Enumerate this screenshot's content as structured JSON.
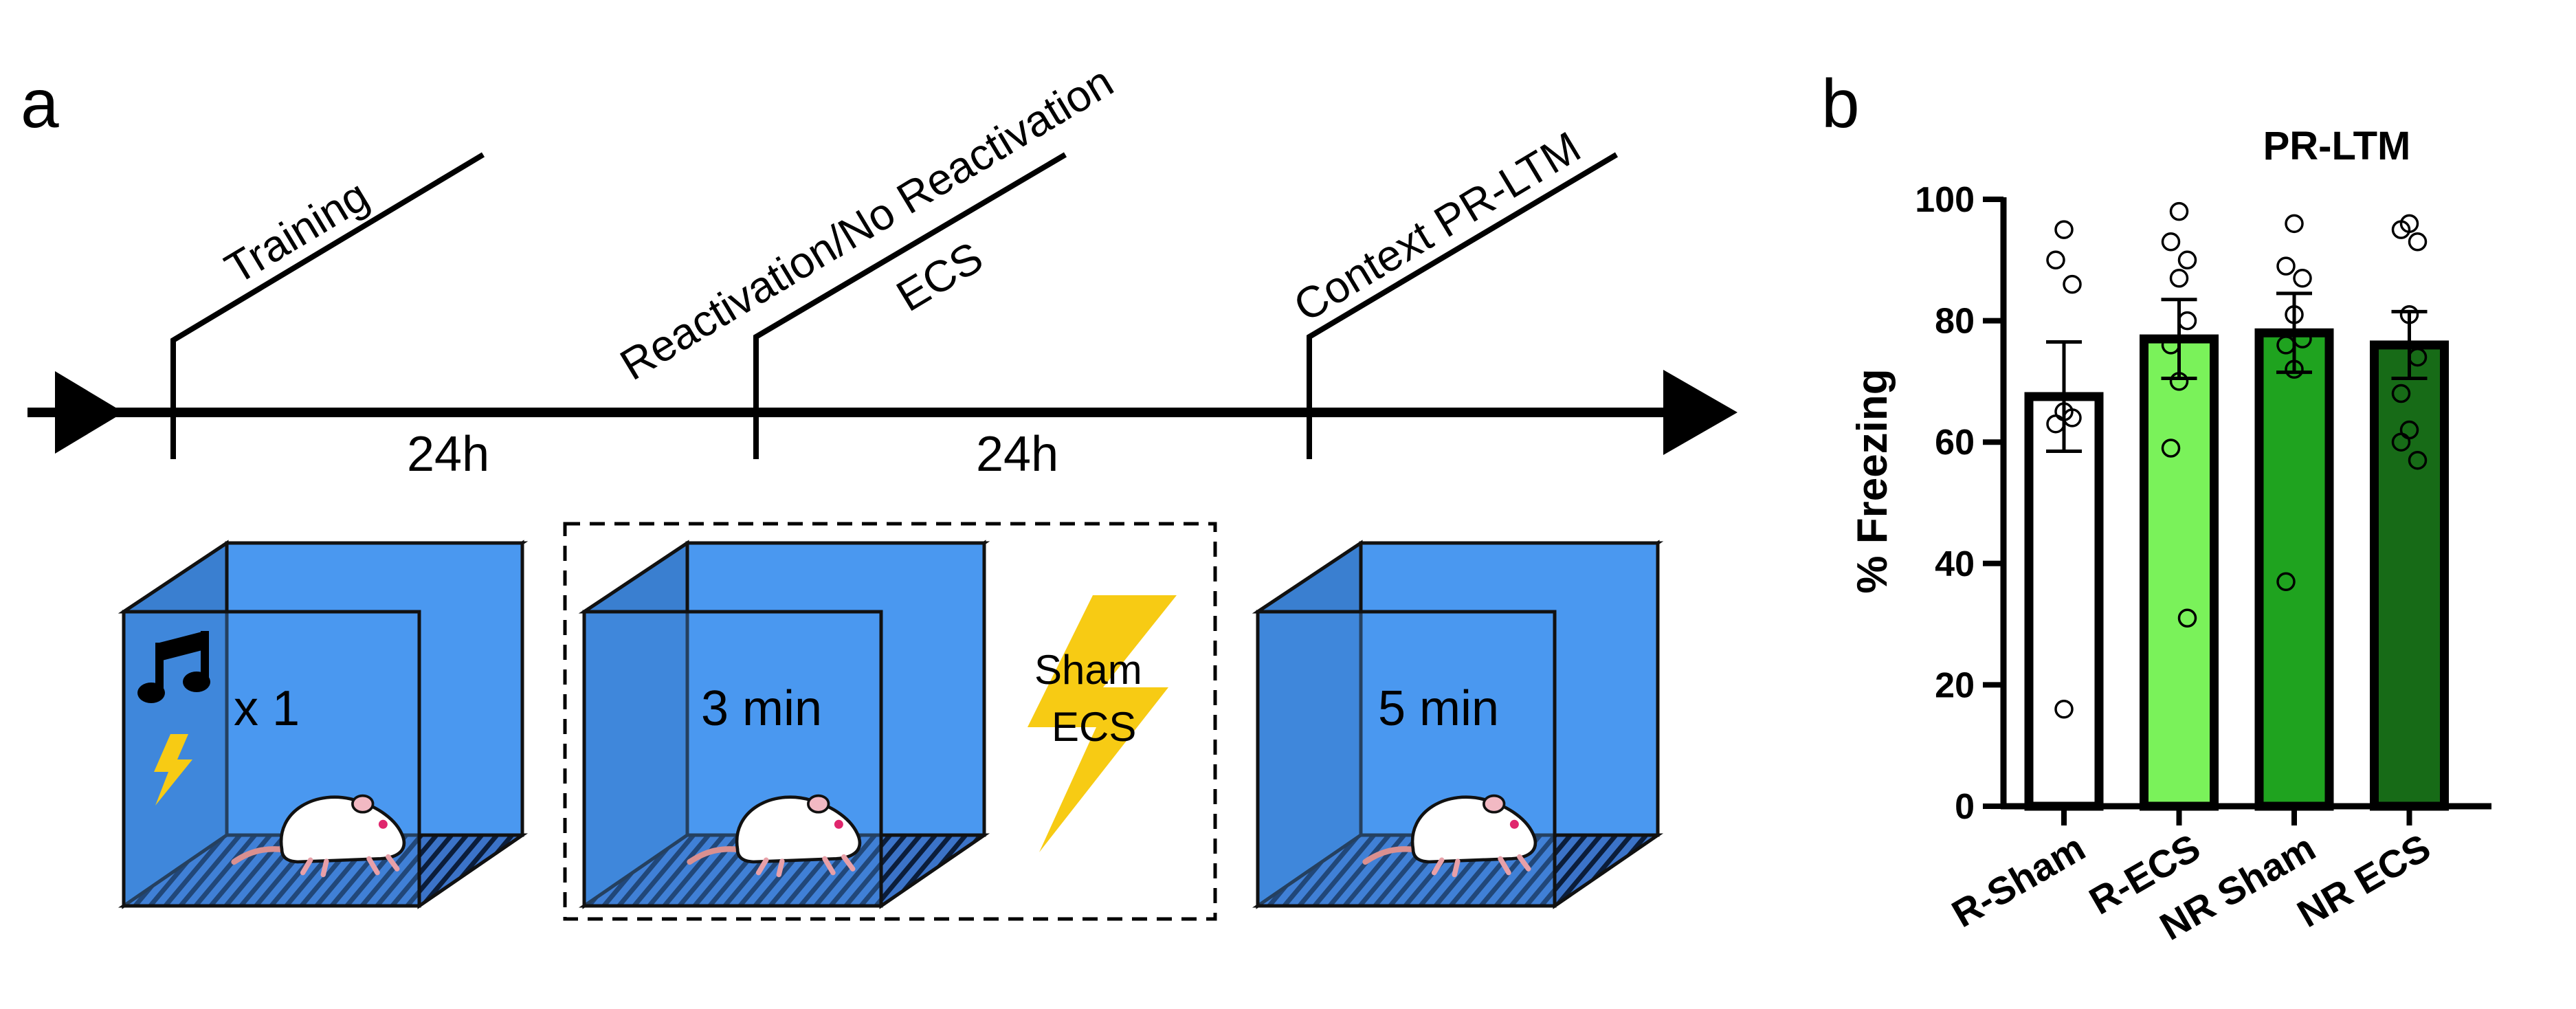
{
  "panels": {
    "a": "a",
    "b": "b"
  },
  "timeline": {
    "training": "Training",
    "reactivation": "Reactivation/No Reactivation",
    "ecs": "ECS",
    "context": "Context PR-LTM",
    "interval_1": "24h",
    "interval_2": "24h"
  },
  "boxes": {
    "training_count": "x 1",
    "reactivation_duration": "3 min",
    "test_duration": "5 min",
    "sham_line1": "Sham",
    "sham_line2": "ECS"
  },
  "icons": {
    "note": "music-note-icon",
    "shock": "lightning-bolt-icon",
    "mouse": "mouse-icon"
  },
  "colors": {
    "box_blue": "#4a98f0",
    "box_side": "#3a7fd0",
    "bolt_yellow": "#f7cb14"
  },
  "chart_data": {
    "type": "bar",
    "title": "PR-LTM",
    "ylabel": "% Freezing",
    "xlabel": "",
    "ylim": [
      0,
      100
    ],
    "yticks": [
      0,
      20,
      40,
      60,
      80,
      100
    ],
    "categories": [
      "R-Sham",
      "R-ECS",
      "NR Sham",
      "NR ECS"
    ],
    "values": [
      67.5,
      77,
      78,
      76
    ],
    "sem": [
      9,
      6.5,
      6.5,
      5.5
    ],
    "bar_colors": [
      "#ffffff",
      "#7af25a",
      "#1fa31f",
      "#176b17"
    ],
    "points": [
      [
        95,
        90,
        86,
        65,
        64,
        63,
        16
      ],
      [
        98,
        93,
        90,
        87,
        80,
        76,
        70,
        59,
        31
      ],
      [
        96,
        89,
        87,
        81,
        77,
        76,
        72,
        37
      ],
      [
        96,
        95,
        93,
        81,
        74,
        68,
        62,
        60,
        57
      ]
    ]
  }
}
